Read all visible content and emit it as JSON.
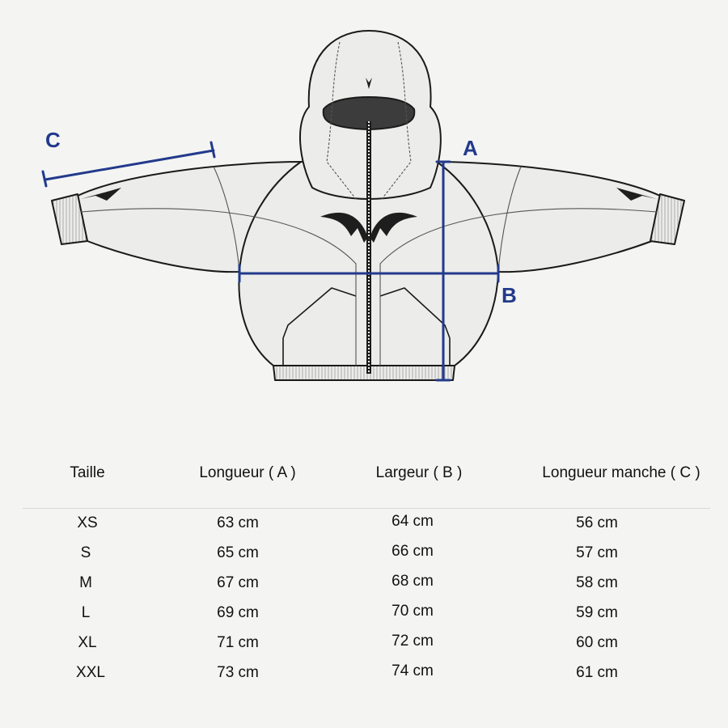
{
  "colors": {
    "measure": "#223a8c",
    "outline": "#1a1a1a",
    "garment": "#ececea",
    "dark": "#3c3c3c",
    "background": "#f4f4f2"
  },
  "measurements": {
    "length_label": "A",
    "width_label": "B",
    "sleeve_label": "C"
  },
  "table": {
    "headers": [
      "Taille",
      "Longueur ( A )",
      "Largeur ( B )",
      "Longueur manche ( C )"
    ],
    "rows": [
      [
        "XS",
        "63 cm",
        "64 cm",
        "56 cm"
      ],
      [
        "S",
        "65 cm",
        "66 cm",
        "57 cm"
      ],
      [
        "M",
        "67 cm",
        "68 cm",
        "58 cm"
      ],
      [
        "L",
        "69 cm",
        "70 cm",
        "59 cm"
      ],
      [
        "XL",
        "71 cm",
        "72 cm",
        "60 cm"
      ],
      [
        "XXL",
        "73 cm",
        "74 cm",
        "61 cm"
      ]
    ]
  }
}
